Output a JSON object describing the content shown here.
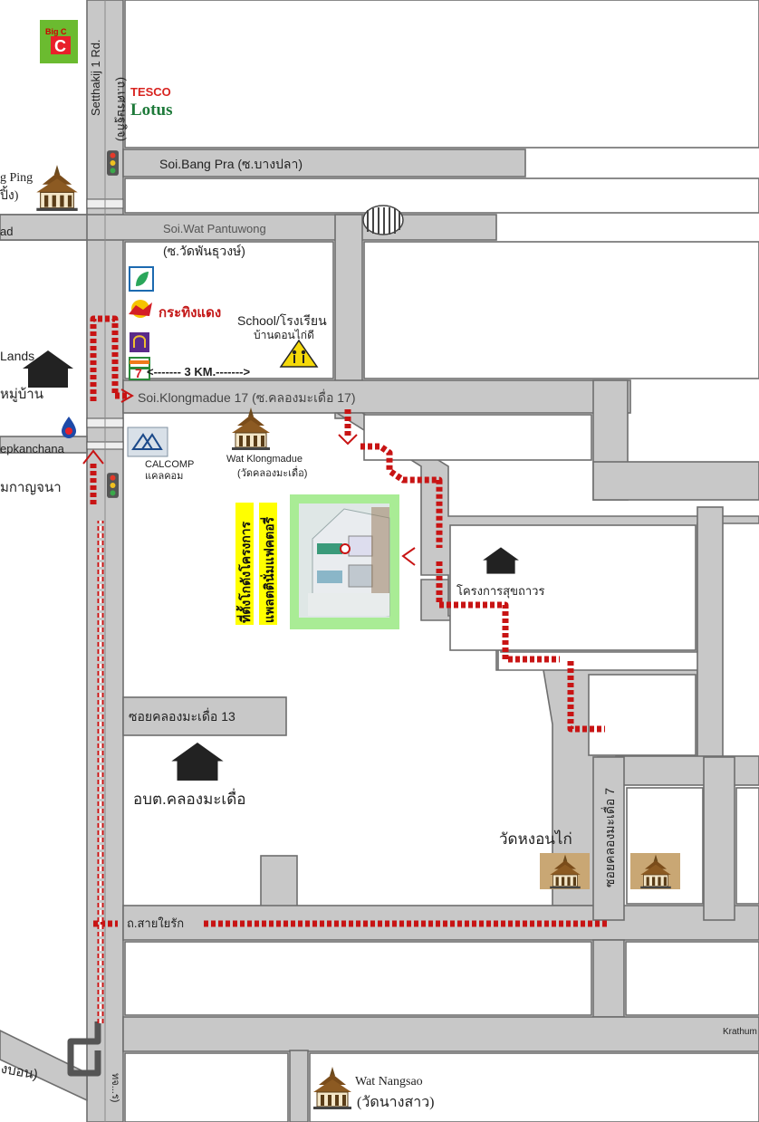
{
  "roads": {
    "setthakij": "Setthakij 1 Rd.",
    "setthakij_th": "(ถ.เศรษฐกิจ)",
    "soi_bang_pra": "Soi.Bang Pra (ซ.บางปลา)",
    "soi_wat_pantuwong": "Soi.Wat Pantuwong",
    "soi_wat_pantuwong_th": "(ซ.วัดพันธุวงษ์)",
    "soi_klongmadue_17": "Soi.Klongmadue 17 (ซ.คลองมะเดื่อ 17)",
    "soi_klongmadue_13": "ซอยคลองมะเดื่อ 13",
    "soi_klongmadue_7": "ซอยคลองมะเดื่อ 7",
    "sai_yai_rak": "ถ.สายใยรัก",
    "krathum": "Krathum",
    "left_road_fragment": "ad",
    "phetkasem": "epkanchana",
    "phetkasem_th": "มกาญจนา",
    "bottom_left_th": "งบอน)",
    "bottom_vertical": "ทจ...ร)"
  },
  "landmarks": {
    "big_c": "Big C",
    "tesco": "TESCO",
    "lotus": "Lotus",
    "wat_bang_ping": "g Ping",
    "wat_bang_ping_th": "ปิ้ง)",
    "krating_daeng": "กระทิงแดง",
    "school": "School/โรงเรียน",
    "school_th": "บ้านดอนไก่ดี",
    "distance": "<------- 3 KM.------->",
    "lands": "Lands",
    "lands_th": "หมู่บ้าน",
    "calcomp": "CALCOMP",
    "calcomp_th": "แคลคอม",
    "wat_klongmadue": "Wat Klongmadue",
    "wat_klongmadue_th": "(วัดคลองมะเดื่อ)",
    "project_label_line1": "ที่ตั้งโกดังโครงการ",
    "project_label_line2": "แพลตตินั่มแฟคตอรี่",
    "housing_project": "โครงการสุขถาวร",
    "obt": "อบต.คลองมะเดื่อ",
    "wat_hong": "วัดหงอนไก่",
    "wat_nangsao": "Wat Nangsao",
    "wat_nangsao_th": "(วัดนางสาว)",
    "seven_eleven": "7"
  },
  "colors": {
    "road": "#c8c8c8",
    "route": "#c81414",
    "project_frame": "#a9ec95",
    "label_highlight": "#ffff00"
  },
  "icons": [
    "big-c-logo",
    "tesco-lotus-logo",
    "traffic-light-icon",
    "temple-icon",
    "house-icon",
    "school-sign-icon",
    "bangchak-logo",
    "red-bull-logo",
    "shop-logo",
    "seven-eleven-logo",
    "ptt-logo",
    "calcomp-logo",
    "roundabout-icon",
    "warehouse-photo"
  ]
}
